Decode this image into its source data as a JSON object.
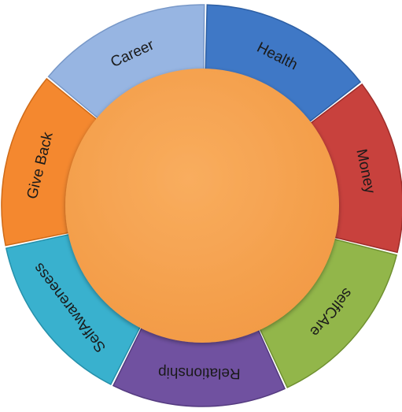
{
  "wheel": {
    "segments": [
      {
        "label": "Health",
        "color": "#3f78c6",
        "shade": "#2d5fa4"
      },
      {
        "label": "Money",
        "color": "#c8413d",
        "shade": "#9e2d2a"
      },
      {
        "label": "selfCAre",
        "color": "#92b64a",
        "shade": "#6f9030"
      },
      {
        "label": "Relationship",
        "color": "#7051a0",
        "shade": "#553b80"
      },
      {
        "label": "SelfAwareneess",
        "color": "#39b1ce",
        "shade": "#2590aa"
      },
      {
        "label": "Give Back",
        "color": "#f4882f",
        "shade": "#cf6a17"
      },
      {
        "label": "Career",
        "color": "#97b5e2",
        "shade": "#7898c8"
      }
    ],
    "center_color": "#f7a552"
  }
}
